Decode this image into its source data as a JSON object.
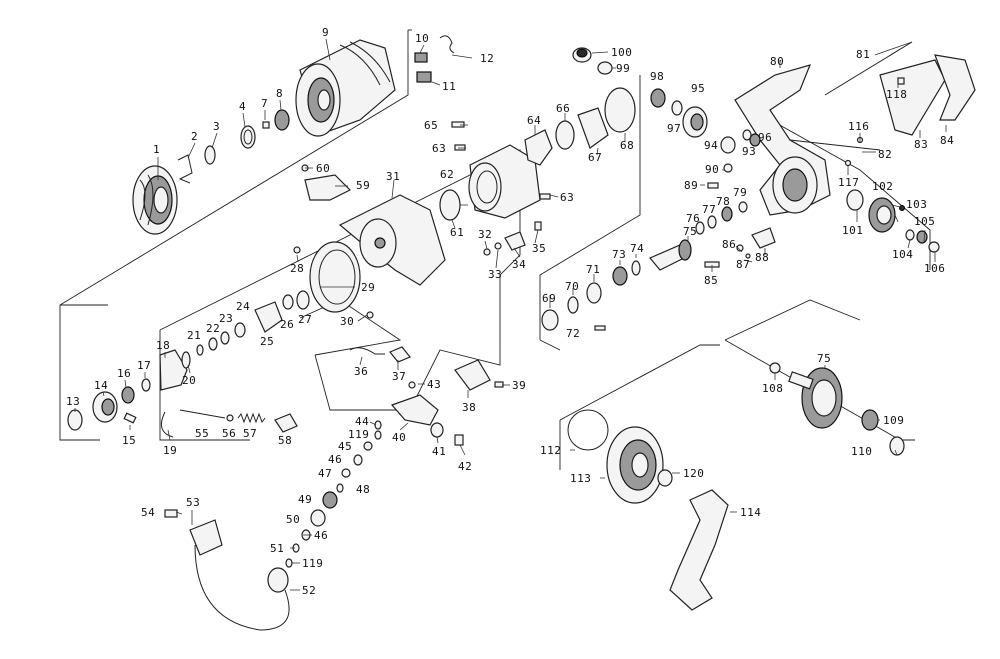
{
  "diagram": {
    "type": "exploded-parts-diagram",
    "labels": {
      "p1": "1",
      "p2": "2",
      "p3": "3",
      "p4": "4",
      "p7": "7",
      "p8": "8",
      "p9": "9",
      "p10": "10",
      "p11": "11",
      "p12": "12",
      "p13": "13",
      "p14": "14",
      "p15": "15",
      "p16": "16",
      "p17": "17",
      "p18": "18",
      "p19": "19",
      "p20": "20",
      "p21": "21",
      "p22": "22",
      "p23": "23",
      "p24": "24",
      "p25": "25",
      "p26": "26",
      "p27": "27",
      "p28": "28",
      "p29": "29",
      "p30": "30",
      "p31": "31",
      "p32": "32",
      "p33": "33",
      "p34": "34",
      "p35": "35",
      "p36": "36",
      "p37": "37",
      "p38": "38",
      "p39": "39",
      "p40": "40",
      "p41": "41",
      "p42": "42",
      "p43": "43",
      "p44": "44",
      "p45": "45",
      "p46a": "46",
      "p46b": "46",
      "p47": "47",
      "p48": "48",
      "p49": "49",
      "p50": "50",
      "p51": "51",
      "p52": "52",
      "p53": "53",
      "p54": "54",
      "p55": "55",
      "p56": "56",
      "p57": "57",
      "p58": "58",
      "p59": "59",
      "p60": "60",
      "p61": "61",
      "p62": "62",
      "p63a": "63",
      "p63b": "63",
      "p64": "64",
      "p65": "65",
      "p66": "66",
      "p67": "67",
      "p68": "68",
      "p69": "69",
      "p70": "70",
      "p71": "71",
      "p72": "72",
      "p73": "73",
      "p74": "74",
      "p75a": "75",
      "p75b": "75",
      "p76": "76",
      "p77": "77",
      "p78": "78",
      "p79": "79",
      "p80": "80",
      "p81": "81",
      "p82": "82",
      "p83": "83",
      "p84": "84",
      "p85": "85",
      "p86": "86",
      "p87": "87",
      "p88": "88",
      "p89": "89",
      "p90": "90",
      "p93": "93",
      "p94": "94",
      "p95": "95",
      "p96": "96",
      "p97": "97",
      "p98": "98",
      "p99": "99",
      "p100": "100",
      "p101": "101",
      "p102": "102",
      "p103": "103",
      "p104": "104",
      "p105": "105",
      "p106": "106",
      "p108": "108",
      "p109": "109",
      "p110": "110",
      "p112": "112",
      "p113": "113",
      "p114": "114",
      "p116": "116",
      "p117": "117",
      "p118": "118",
      "p119a": "119",
      "p119b": "119",
      "p120": "120"
    }
  }
}
